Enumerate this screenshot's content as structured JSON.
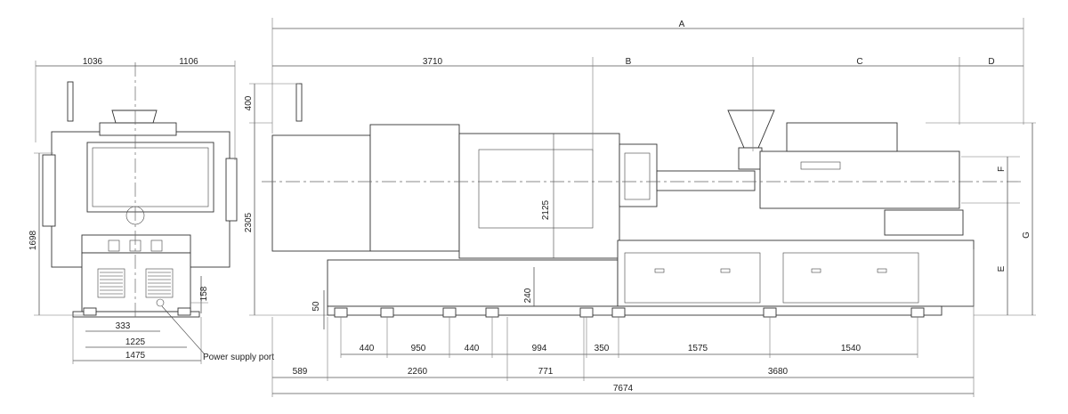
{
  "front_view": {
    "width_left": "1036",
    "width_right": "1106",
    "height_total": "1698",
    "hopper_height": "400",
    "port_height": "158",
    "foot_offset": "333",
    "foot_span": "1225",
    "base_width": "1475",
    "power_port_label": "Power supply port"
  },
  "side_view": {
    "overall_label": "A",
    "clamp_length": "3710",
    "section_b": "B",
    "section_c": "C",
    "section_d": "D",
    "machine_height": "2305",
    "mold_height": "2125",
    "base_height": "240",
    "foot_height": "50",
    "label_e": "E",
    "label_f": "F",
    "label_g": "G",
    "foot_pitch": [
      "440",
      "950",
      "440",
      "994",
      "350",
      "1575",
      "1540"
    ],
    "base_segments": [
      "589",
      "2260",
      "771",
      "3680"
    ],
    "overall_length": "7674"
  }
}
